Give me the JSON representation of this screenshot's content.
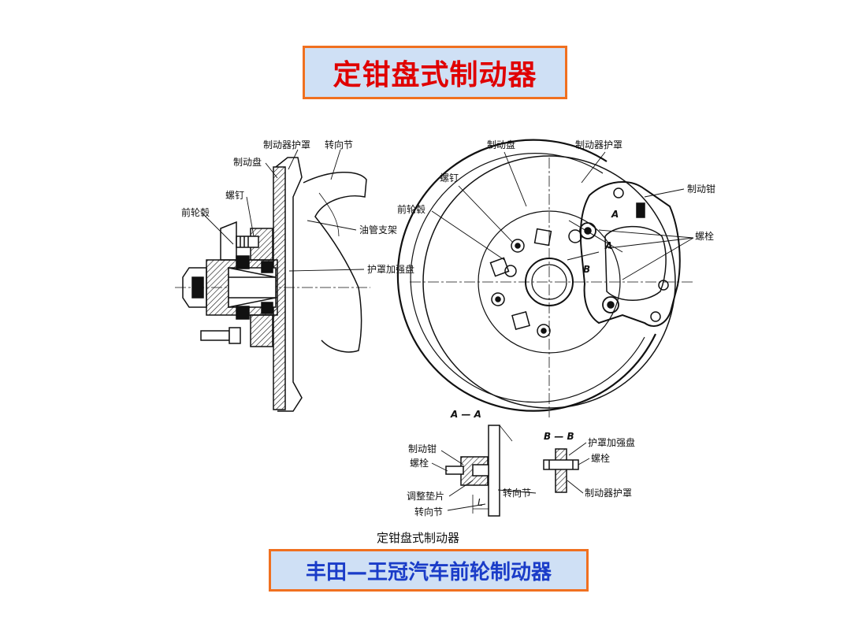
{
  "title": "定钳盘式制动器",
  "caption": "丰田—王冠汽车前轮制动器",
  "figure_caption": "定钳盘式制动器",
  "left_view": {
    "labels": {
      "brake_shield": "制动器护罩",
      "knuckle": "转向节",
      "disc": "制动盘",
      "screw": "螺钉",
      "hub": "前轮毂",
      "oil_bracket": "油管支架",
      "reinforce_plate": "护罩加强盘"
    }
  },
  "right_view": {
    "labels": {
      "disc": "制动盘",
      "brake_shield": "制动器护罩",
      "screw": "螺钉",
      "caliper": "制动钳",
      "hub": "前轮毂",
      "bolt": "螺栓",
      "mark_a": "A",
      "mark_b": "B"
    }
  },
  "section_aa": {
    "title": "A — A",
    "labels": {
      "caliper": "制动钳",
      "bolt": "螺栓",
      "shim": "调整垫片",
      "knuckle_left": "转向节",
      "knuckle_right": "转向节",
      "dim": "L"
    }
  },
  "section_bb": {
    "title": "B — B",
    "labels": {
      "reinforce_plate": "护罩加强盘",
      "bolt": "螺栓",
      "brake_shield": "制动器护罩"
    }
  }
}
